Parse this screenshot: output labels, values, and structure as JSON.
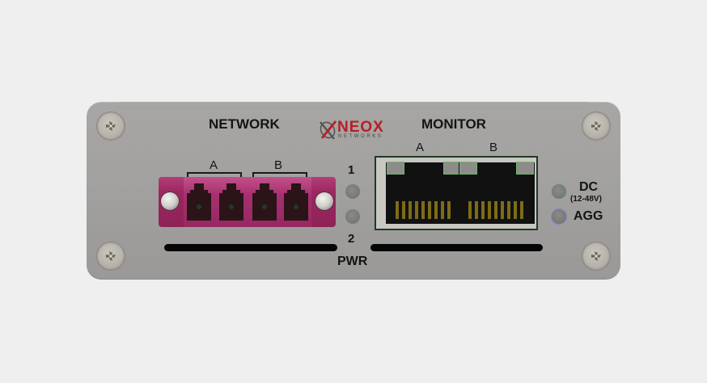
{
  "device": {
    "brand": "NEOX",
    "brand_sub": "NETWORKS",
    "brand_color": "#b81e26",
    "panel_color": "#a4a3a1",
    "background_color": "#efefef"
  },
  "network": {
    "section_label": "NETWORK",
    "ports": [
      {
        "label": "A"
      },
      {
        "label": "B"
      }
    ],
    "connector_type": "LC duplex fiber",
    "connector_color": "#9c2860"
  },
  "monitor": {
    "section_label": "MONITOR",
    "ports": [
      {
        "label": "A"
      },
      {
        "label": "B"
      }
    ],
    "connector_type": "RJ45"
  },
  "power": {
    "label": "PWR",
    "leds": [
      {
        "label": "1"
      },
      {
        "label": "2"
      }
    ]
  },
  "status": {
    "dc_label": "DC",
    "dc_range": "(12-48V)",
    "agg_label": "AGG"
  }
}
